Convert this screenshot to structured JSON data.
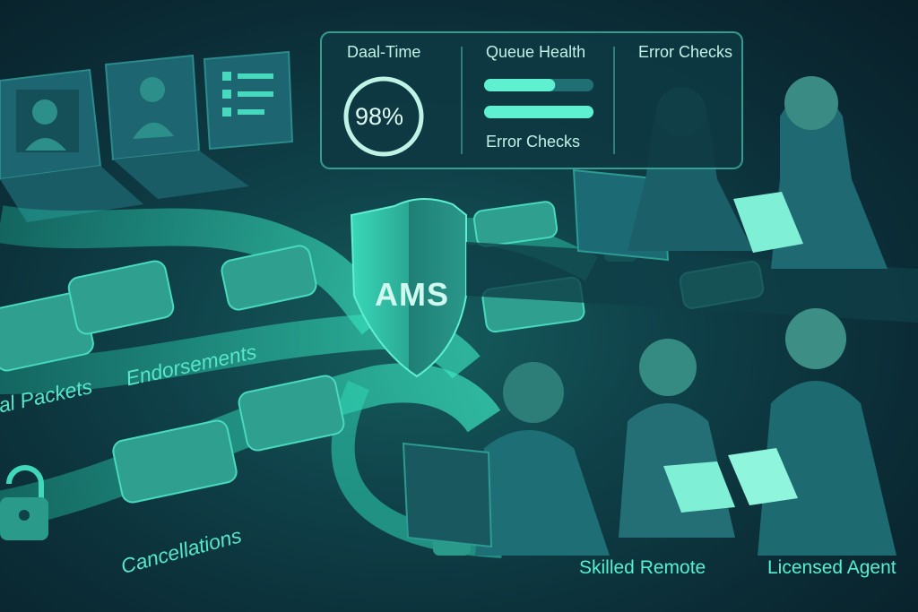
{
  "dashboard": {
    "realtime_label": "Daal-Time",
    "realtime_value": "98%",
    "queue_label": "Queue Health",
    "queue_bars": [
      0.65,
      1.0
    ],
    "queue_sub_label": "Error Checks",
    "errors_label": "Error Checks"
  },
  "hub": {
    "label": "AMS"
  },
  "lanes": {
    "packets": "al Packets",
    "endorsements": "Endorsements",
    "cancellations": "Cancellations"
  },
  "agents": {
    "remote": "Skilled Remote",
    "licensed": "Licensed Agent"
  },
  "colors": {
    "accent": "#3ff0c8",
    "panel": "#134a55",
    "background": "#0b2c36"
  }
}
